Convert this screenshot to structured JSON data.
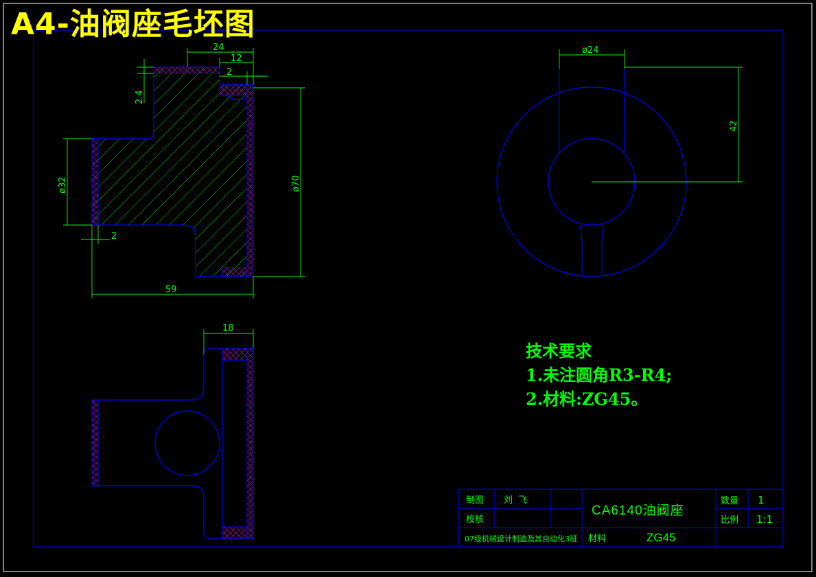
{
  "title": "A4-油阀座毛坯图",
  "colors": {
    "background": "#000000",
    "outline": "#0000ff",
    "dimension": "#00ff00",
    "hatch": "#00ff00",
    "machining_allowance": "#ff00ff",
    "title": "#ffff00"
  },
  "dimensions": {
    "d24_top": "24",
    "d12": "12",
    "d2_top": "2",
    "d2_4": "2.4",
    "phi32": "ø32",
    "phi70": "ø70",
    "d2_left": "2",
    "d59": "59",
    "phi24_right": "ø24",
    "d42": "42",
    "d18": "18"
  },
  "tech_requirements": {
    "heading": "技术要求",
    "items": [
      "1.未注圆角R3-R4;",
      "2.材料:ZG45。"
    ]
  },
  "title_block": {
    "drawn_label": "制图",
    "drawn_name": "刘  飞",
    "checked_label": "校核",
    "class_info": "07级机械设计制造及其自动化3班",
    "part_name": "CA6140油阀座",
    "qty_label": "数量",
    "qty_value": "1",
    "scale_label": "比例",
    "scale_value": "1:1",
    "material_label": "材料",
    "material_value": "ZG45"
  }
}
